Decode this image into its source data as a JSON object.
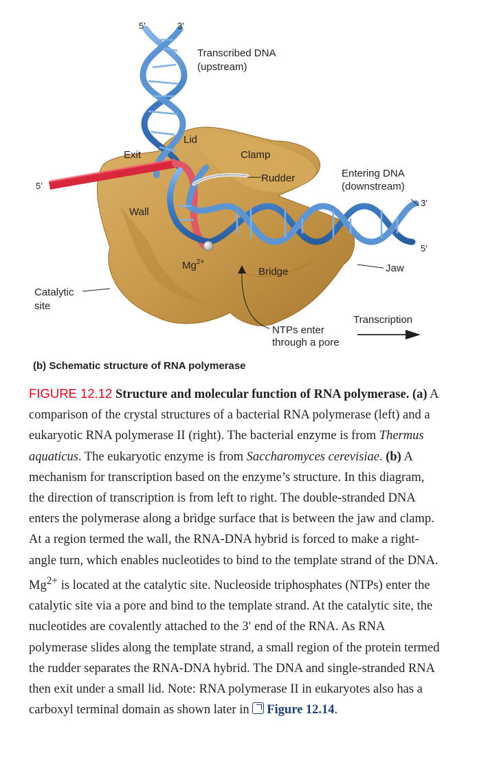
{
  "labels": {
    "five_prime_top": "5′",
    "three_prime_top": "3′",
    "transcribed_dna_line1": "Transcribed DNA",
    "transcribed_dna_line2": "(upstream)",
    "lid": "Lid",
    "exit": "Exit",
    "clamp": "Clamp",
    "rudder": "Rudder",
    "entering_dna_line1": "Entering DNA",
    "entering_dna_line2": "(downstream)",
    "five_prime_left": "5′",
    "three_prime_right": "3′",
    "wall": "Wall",
    "five_prime_right": "5′",
    "mg": "Mg",
    "mg_charge": "2+",
    "bridge": "Bridge",
    "jaw": "Jaw",
    "catalytic_line1": "Catalytic",
    "catalytic_line2": "site",
    "transcription": "Transcription",
    "ntps_line1": "NTPs enter",
    "ntps_line2": "through a pore",
    "panel_title": "(b) Schematic structure of RNA polymerase"
  },
  "caption": {
    "figure_number": "FIGURE 12.12",
    "title": "Structure and molecular function of RNA polymerase.",
    "part_a_label": "(a)",
    "part_a_text_1": "A comparison of the crystal structures of a bacterial RNA polymerase (left) and a eukaryotic RNA polymerase II (right). The bacterial enzyme is from",
    "species_1": "Thermus aquaticus",
    "part_a_text_2": ". The eukaryotic enzyme is from",
    "species_2": "Saccharomyces cerevisiae",
    "part_a_text_3": ".",
    "part_b_label": "(b)",
    "part_b_text_1": "A mechanism for transcription based on the enzyme’s structure. In this diagram, the direction of transcription is from left to right. The double-stranded DNA enters the polymerase along a bridge surface that is between the jaw and clamp. At a region termed the wall, the RNA-DNA hybrid is forced to make a right-angle turn, which enables nucleotides to bind to the template strand of the DNA.",
    "mg": "Mg",
    "mg_charge": "2+",
    "part_b_text_2": "is located at the catalytic site. Nucleoside triphosphates (NTPs) enter the catalytic site via a pore and bind to the template strand. At the catalytic site, the nucleotides are covalently attached to the 3′ end of the RNA. As RNA polymerase slides along the template strand, a small region of the protein termed the rudder separates the RNA-DNA hybrid. The DNA and single-stranded RNA then exit under a small lid. Note: RNA polymerase II in eukaryotes also has a carboxyl terminal domain as shown later in",
    "figure_link": "Figure 12.14",
    "end": "."
  },
  "colors": {
    "protein": "#c99a4d",
    "dna": "#4f86c6",
    "rna": "#d9283c",
    "figure_number": "#e2001a",
    "link": "#1f3f7a"
  }
}
